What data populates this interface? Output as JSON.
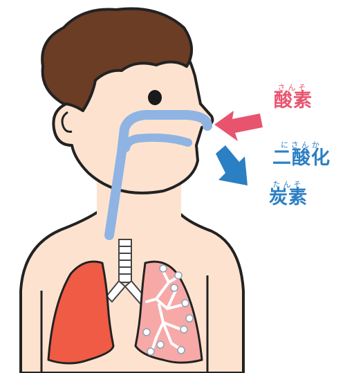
{
  "labels": {
    "oxygen": {
      "ruby": "さんそ",
      "text": "酸素"
    },
    "carbon_dioxide_line1": {
      "ruby": "にさんか",
      "text": "二酸化"
    },
    "carbon_dioxide_line2": {
      "ruby": "たんそ",
      "text": "炭素"
    }
  },
  "colors": {
    "oxygen_text": "#e8546e",
    "co2_text": "#2b7fc3",
    "oxygen_arrow": "#e8546e",
    "co2_arrow": "#2b7fc3",
    "skin": "#fde3cf",
    "hair": "#6b3d24",
    "airway": "#8fb4e3",
    "left_lung": "#ef5b45",
    "right_lung": "#f6a9a6"
  },
  "icons": {
    "inhale_arrow": "arrow-left-icon",
    "exhale_arrow": "arrow-right-down-icon"
  }
}
